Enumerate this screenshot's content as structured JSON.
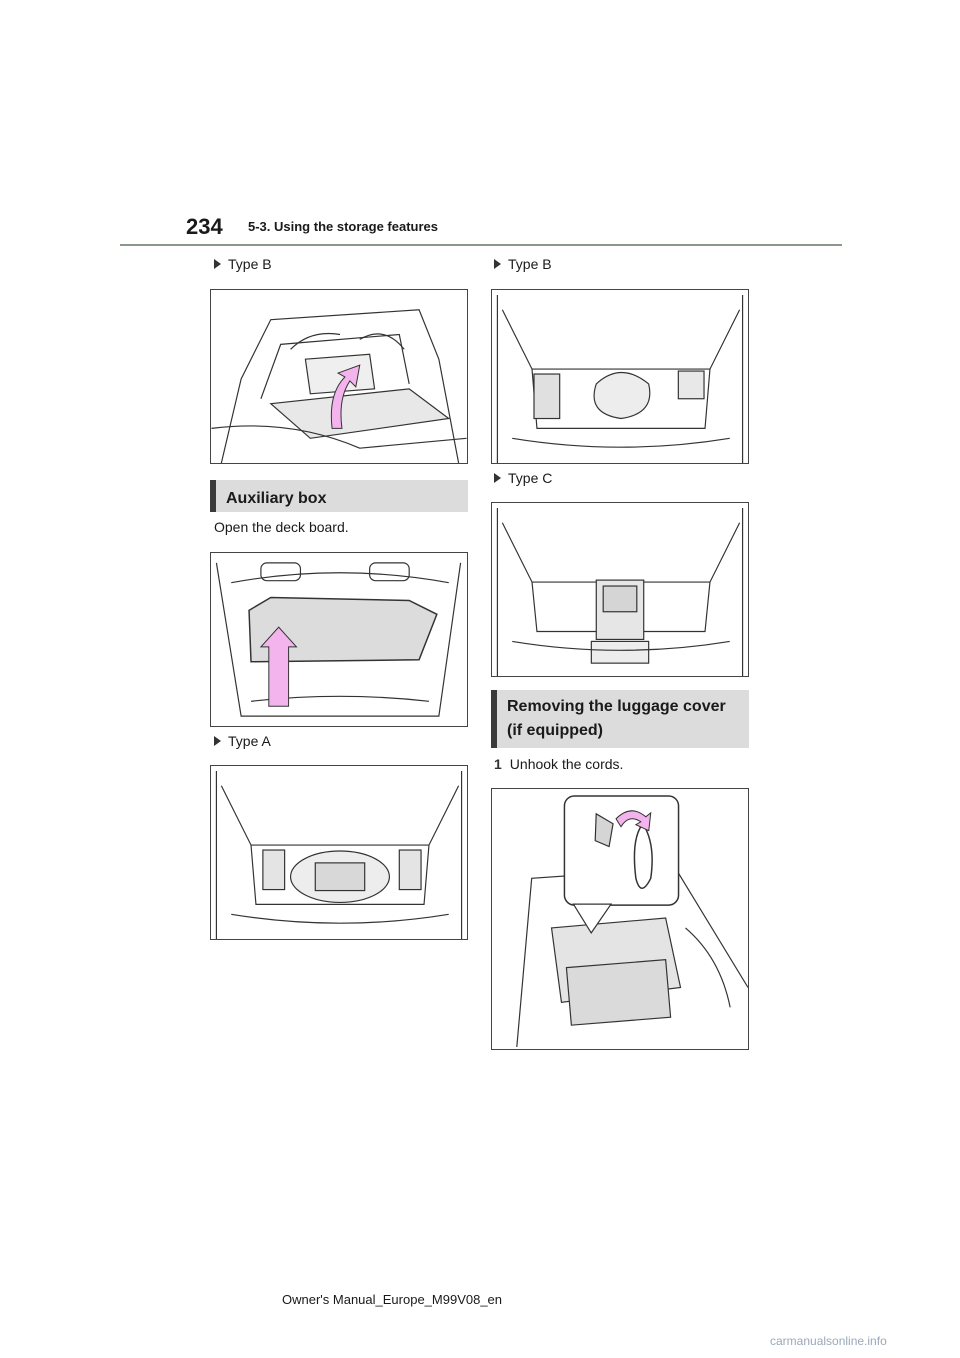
{
  "header": {
    "page_number": "234",
    "section": "5-3. Using the storage features"
  },
  "left": {
    "type_b": "Type B",
    "auxiliary_heading": "Auxiliary box",
    "open_deck": "Open the deck board.",
    "type_a": "Type A"
  },
  "right": {
    "type_b": "Type B",
    "type_c": "Type C",
    "luggage_heading_line1": "Removing the luggage cover",
    "luggage_heading_line2": "(if equipped)",
    "step1_num": "1",
    "step1_text": "Unhook the cords."
  },
  "footer": {
    "manual": "Owner's Manual_Europe_M99V08_en"
  },
  "watermark": "carmanualsonline.info",
  "colors": {
    "arrow": "#f3b4ee",
    "heading_bg": "#dcdcdc",
    "rule": "#8a9a8a"
  }
}
